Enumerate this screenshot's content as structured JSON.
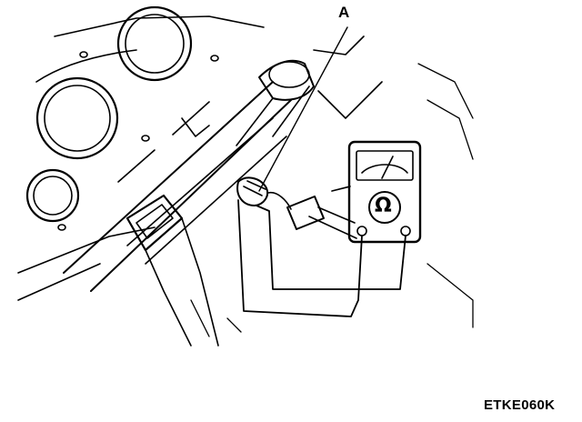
{
  "callout_label": "A",
  "figure_code": "ETKE060K",
  "meter_symbol": "Ω",
  "line_color": "#000000",
  "background_color": "#ffffff"
}
